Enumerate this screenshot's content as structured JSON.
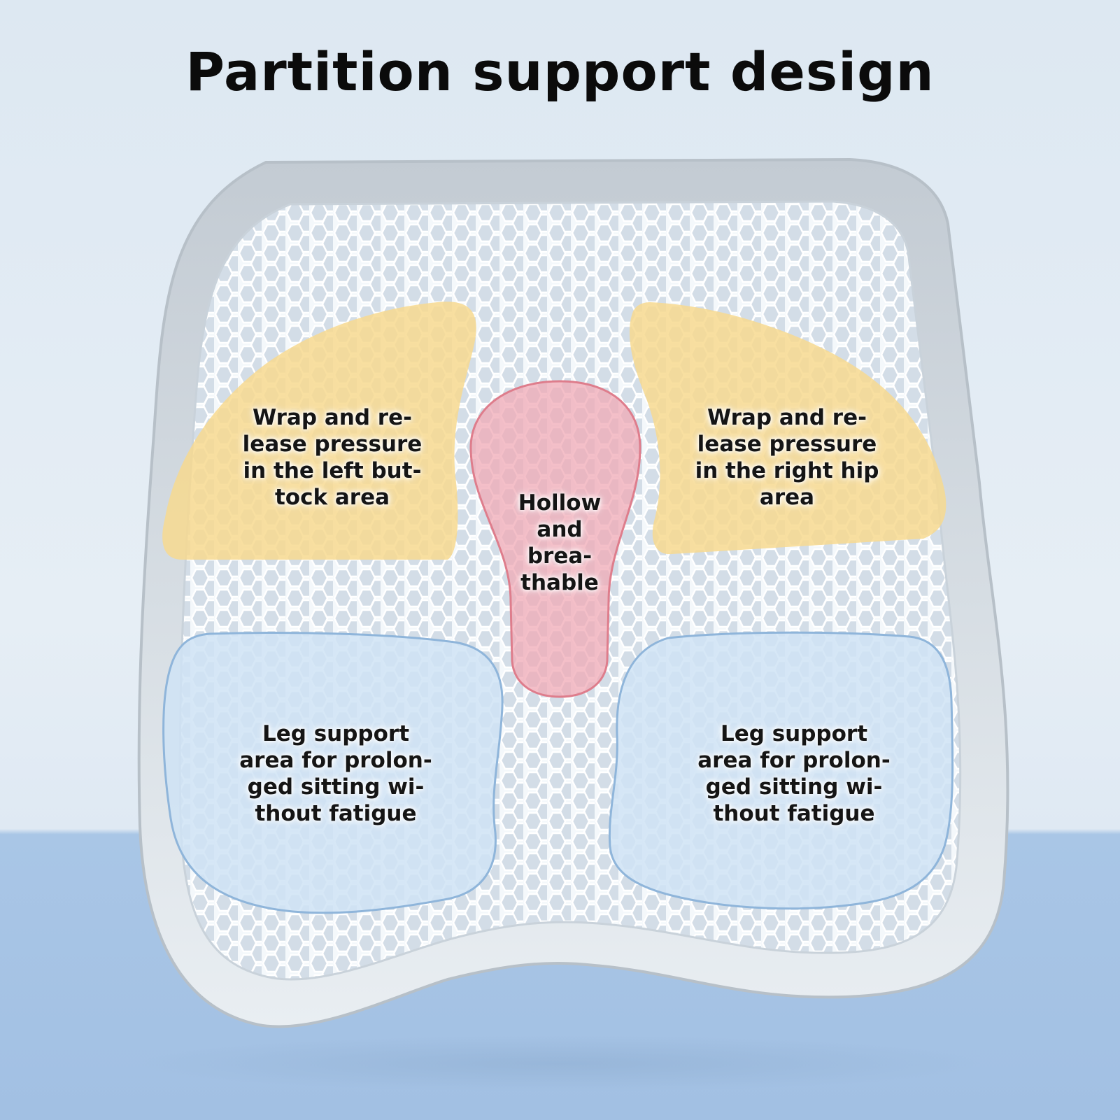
{
  "title": "Partition support design",
  "zones": {
    "left_buttock": "Wrap and re-\nlease pressure\nin the left but-\ntock area",
    "right_hip": "Wrap and re-\nlease pressure\nin the right hip\narea",
    "center": "Hollow\nand\nbrea-\nthable",
    "leg_left": "Leg support\narea for prolon-\nged sitting wi-\nthout fatigue",
    "leg_right": "Leg support\narea for prolon-\nged sitting wi-\nthout fatigue"
  },
  "colors": {
    "hip_zone": "#f7d98f",
    "center_zone": "#f0aab5",
    "leg_zone": "#cfe3f5",
    "leg_outline": "#8fb5da",
    "center_outline": "#de7d8c"
  }
}
